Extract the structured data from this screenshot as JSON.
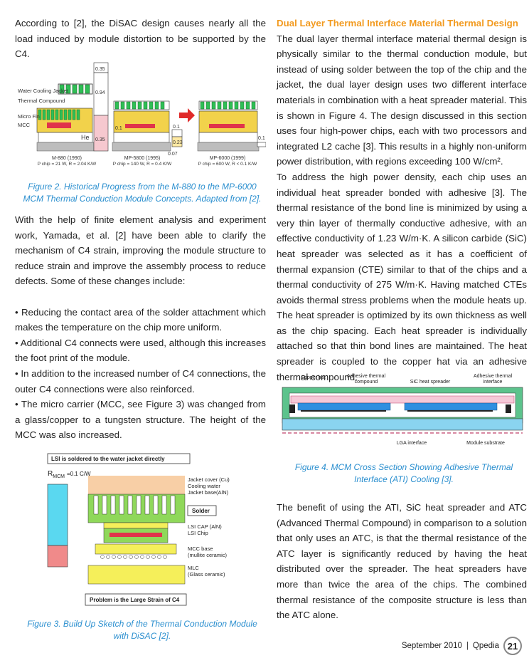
{
  "left": {
    "p1": "According to [2], the DiSAC design causes nearly all the load induced by module distortion to be supported by the C4.",
    "fig2_caption": "Figure 2. Historical Progress from the M-880 to the MP-6000 MCM Thermal Conduction Module Concepts. Adapted from [2].",
    "fig2": {
      "labels": {
        "jacket": "Water Cooling Jacket",
        "compound": "Thermal Compound",
        "fin": "Micro Fin",
        "mcc": "MCC",
        "he": "He"
      },
      "values": {
        "v035_top": "0.35",
        "v094": "0.94",
        "v035_bot": "0.35",
        "v01a": "0.1",
        "v023": "0.23",
        "v007": "0.07",
        "v01b": "0.1"
      },
      "models": [
        {
          "name": "M-880 (1990)",
          "spec": "P chip = 21 W, R = 2.04 K/W"
        },
        {
          "name": "MP-5800 (1995)",
          "spec": "P chip = 140 W, R = 0.4 K/W"
        },
        {
          "name": "MP-6000 (1999)",
          "spec": "P chip = 600 W, R < 0.1 K/W"
        }
      ]
    },
    "p2": "With the help of finite element analysis and experiment work, Yamada, et al. [2] have been able to clarify the mechanism of C4 strain, improving the module structure to reduce strain and improve the assembly process to reduce defects. Some of these changes include:",
    "bullets": [
      "• Reducing the contact area of the solder attachment which makes the temperature on the chip more uniform.",
      "• Additional C4 connects were used, although this increases the foot print of the module.",
      "• In addition to the increased number of C4 connections, the outer C4 connections were also reinforced.",
      "• The micro carrier (MCC, see Figure 3) was changed from a glass/copper to a tungsten structure. The height of the MCC was also increased."
    ],
    "fig3": {
      "top_box": "LSI is soldered to the water jacket directly",
      "rmcm": "R",
      "rmcm_sub": "MCM",
      "rmcm_val": "=0.1 C/W",
      "labels": [
        "Jacket cover (Cu)",
        "Cooling water",
        "Jacket base(AlN)",
        "Solder",
        "LSI CAP (AlN)",
        "LSI Chip",
        "MCC base",
        "(mullite ceramic)",
        "MLC",
        "(Glass ceramic)"
      ],
      "bottom_box": "Problem is the Large Strain of  C4"
    },
    "fig3_caption": "Figure 3. Build Up Sketch of the Thermal Conduction Module with DiSAC [2]."
  },
  "right": {
    "heading": "Dual Layer Thermal Interface Material Thermal Design",
    "p1": "The dual layer thermal interface material thermal design is physically similar to the thermal conduction module, but instead of using solder between the top of the chip and the jacket, the dual layer design uses two different interface materials in combination with a heat spreader material. This is shown in Figure 4. The design discussed in this section uses four high-power chips, each with two processors and integrated L2 cache [3]. This results in a highly non-uniform power distribution, with regions exceeding 100 W/cm².",
    "p2": "To address the high power density, each chip uses an individual heat spreader bonded with adhesive [3]. The thermal resistance of the bond line is minimized by using a very thin layer of thermally conductive adhesive, with an effective conductivity of 1.23 W/m·K. A silicon carbide (SiC) heat spreader was selected as it has a coefficient of thermal expansion (CTE) similar to that of the chips and a thermal conductivity of 275 W/m·K. Having matched CTEs avoids thermal stress problems when the module heats up. The heat spreader is optimized by its own thickness as well as the chip spacing. Each heat spreader is individually attached so that thin bond lines are maintained. The heat spreader is coupled to the copper hat via an adhesive thermal compound.",
    "fig4": {
      "labels": {
        "copper_hat": "Copper hat",
        "adh1a": "Adhesive thermal",
        "adh1b": "compound",
        "sic": "SiC heat spreader",
        "adh2a": "Adhesive thermal",
        "adh2b": "interface",
        "lga": "LGA interface",
        "substrate": "Module substrate"
      }
    },
    "fig4_caption": "Figure 4. MCM Cross Section Showing Adhesive Thermal Interface (ATI) Cooling [3].",
    "p3": "The benefit of using the ATI, SiC heat spreader and ATC (Advanced Thermal Compound) in comparison to a solution that only uses an ATC, is that the thermal resistance of the ATC layer is significantly reduced by having the heat distributed over the spreader. The heat spreaders have more than twice the area of the chips. The combined thermal resistance of the composite structure is less than the ATC alone."
  },
  "footer": {
    "date": "September 2010",
    "separator": "|",
    "brand": "Qpedia",
    "page": "21"
  },
  "colors": {
    "caption": "#2b8fcf",
    "heading": "#f29a1f"
  }
}
